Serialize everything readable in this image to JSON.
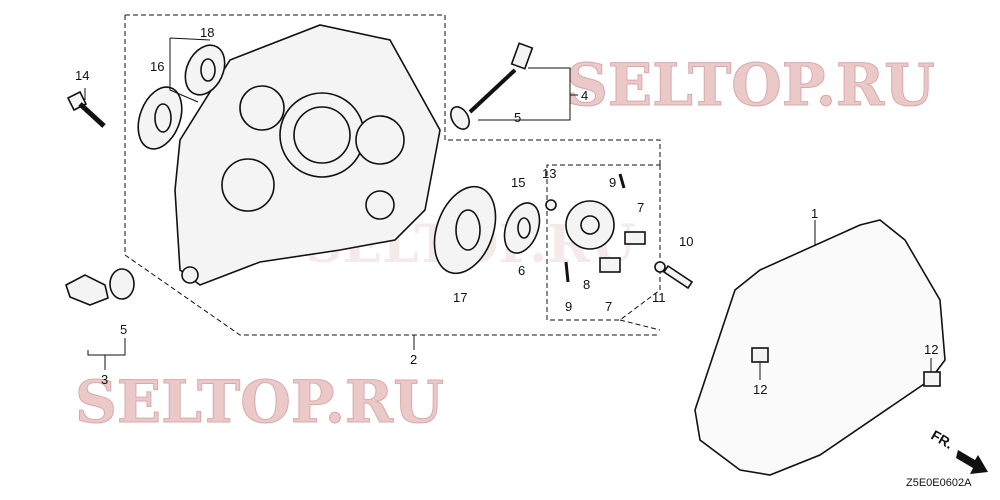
{
  "watermark": {
    "text": "SELTOP.RU",
    "color": "#ecc9c9"
  },
  "callouts": {
    "c1": "1",
    "c2": "2",
    "c3": "3",
    "c4": "4",
    "c5a": "5",
    "c5b": "5",
    "c6": "6",
    "c7a": "7",
    "c7b": "7",
    "c8": "8",
    "c9a": "9",
    "c9b": "9",
    "c10": "10",
    "c11": "11",
    "c12a": "12",
    "c12b": "12",
    "c13": "13",
    "c14": "14",
    "c15": "15",
    "c16": "16",
    "c17": "17",
    "c18": "18"
  },
  "direction": {
    "label": "FR."
  },
  "diagram_code": "Z5E0E0602A"
}
